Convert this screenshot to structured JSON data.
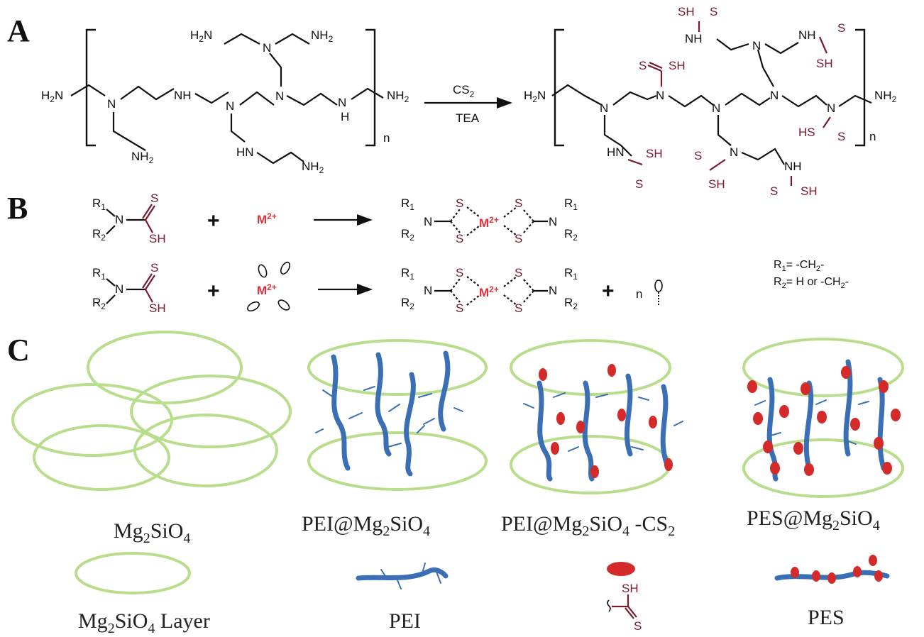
{
  "panels": {
    "a": {
      "letter": "A"
    },
    "b": {
      "letter": "B"
    },
    "c": {
      "letter": "C"
    }
  },
  "reaction_a": {
    "reagent_top": "CS",
    "reagent_top_sub": "2",
    "reagent_bottom": "TEA",
    "repeat_n": "n",
    "atoms": {
      "n": "N",
      "nh": "NH",
      "h": "H",
      "h2n": "H2N",
      "nh2": "NH2",
      "sh": "SH",
      "s": "S",
      "hs": "HS",
      "hn": "HN"
    }
  },
  "reaction_b": {
    "r1": "R1",
    "r2": "R2",
    "metal": "M2+",
    "plus": "+",
    "n_label": "n",
    "legend_r1": "R1= -CH2-",
    "legend_r2": "R2= H or -CH2-"
  },
  "panel_c": {
    "captions": {
      "mg2sio4": "Mg2SiO4",
      "pei_mg": "PEI@Mg2SiO4",
      "pei_mg_cs2": "PEI@Mg2SiO4 -CS2",
      "pes_mg": "PES@Mg2SiO4",
      "layer": "Mg2SiO4 Layer",
      "pei": "PEI",
      "pes": "PES"
    },
    "legend_sh": "SH",
    "legend_s": "S"
  },
  "colors": {
    "ring_green": "#b8dd8c",
    "chain_blue": "#3a6fb5",
    "dot_red": "#d42a2a",
    "dithiocarbamate": "#7a1a2a",
    "metal_red": "#e0303a"
  }
}
